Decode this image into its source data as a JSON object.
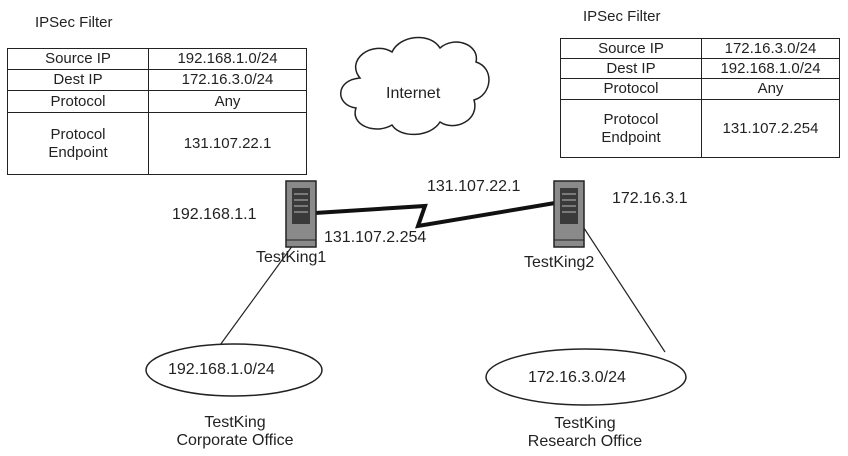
{
  "left_filter": {
    "title": "IPSec Filter",
    "rows": [
      {
        "label": "Source IP",
        "value": "192.168.1.0/24"
      },
      {
        "label": "Dest IP",
        "value": "172.16.3.0/24"
      },
      {
        "label": "Protocol",
        "value": "Any"
      },
      {
        "label": "Protocol\nEndpoint",
        "value": "131.107.22.1"
      }
    ]
  },
  "right_filter": {
    "title": "IPSec Filter",
    "rows": [
      {
        "label": "Source IP",
        "value": "172.16.3.0/24"
      },
      {
        "label": "Dest IP",
        "value": "192.168.1.0/24"
      },
      {
        "label": "Protocol",
        "value": "Any"
      },
      {
        "label": "Protocol\nEndpoint",
        "value": "131.107.2.254"
      }
    ]
  },
  "cloud_label": "Internet",
  "server1": {
    "name": "TestKing1",
    "internal_ip": "192.168.1.1",
    "external_ip": "131.107.2.254"
  },
  "server2": {
    "name": "TestKing2",
    "internal_ip": "172.16.3.1",
    "external_ip": "131.107.22.1"
  },
  "network1": {
    "subnet": "192.168.1.0/24",
    "name_line1": "TestKing",
    "name_line2": "Corporate Office"
  },
  "network2": {
    "subnet": "172.16.3.0/24",
    "name_line1": "TestKing",
    "name_line2": "Research Office"
  },
  "colors": {
    "line": "#222222",
    "server_body": "#8a8a8a",
    "server_dark": "#3a3a3a"
  }
}
